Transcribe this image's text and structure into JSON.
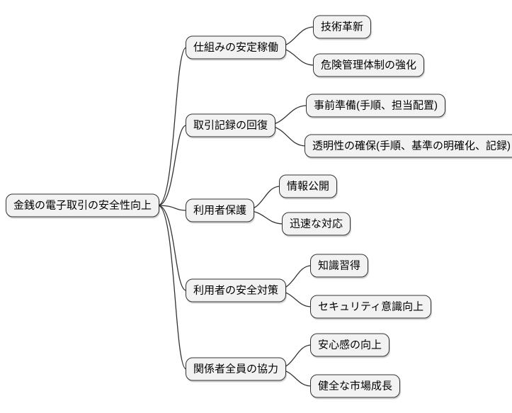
{
  "diagram": {
    "type": "mindmap",
    "root": {
      "label": "金銭の電子取引の安全性向上"
    },
    "branches": [
      {
        "label": "仕組みの安定稼働",
        "children": [
          {
            "label": "技術革新"
          },
          {
            "label": "危険管理体制の強化"
          }
        ]
      },
      {
        "label": "取引記録の回復",
        "children": [
          {
            "label": "事前準備(手順、担当配置)"
          },
          {
            "label": "透明性の確保(手順、基準の明確化、記録)"
          }
        ]
      },
      {
        "label": "利用者保護",
        "children": [
          {
            "label": "情報公開"
          },
          {
            "label": "迅速な対応"
          }
        ]
      },
      {
        "label": "利用者の安全対策",
        "children": [
          {
            "label": "知識習得"
          },
          {
            "label": "セキュリティ意識向上"
          }
        ]
      },
      {
        "label": "関係者全員の協力",
        "children": [
          {
            "label": "安心感の向上"
          },
          {
            "label": "健全な市場成長"
          }
        ]
      }
    ],
    "colors": {
      "background": "#ffffff",
      "node_fill": "#f2f2f2",
      "node_border": "#333333",
      "edge": "#333333",
      "text": "#000000"
    }
  }
}
